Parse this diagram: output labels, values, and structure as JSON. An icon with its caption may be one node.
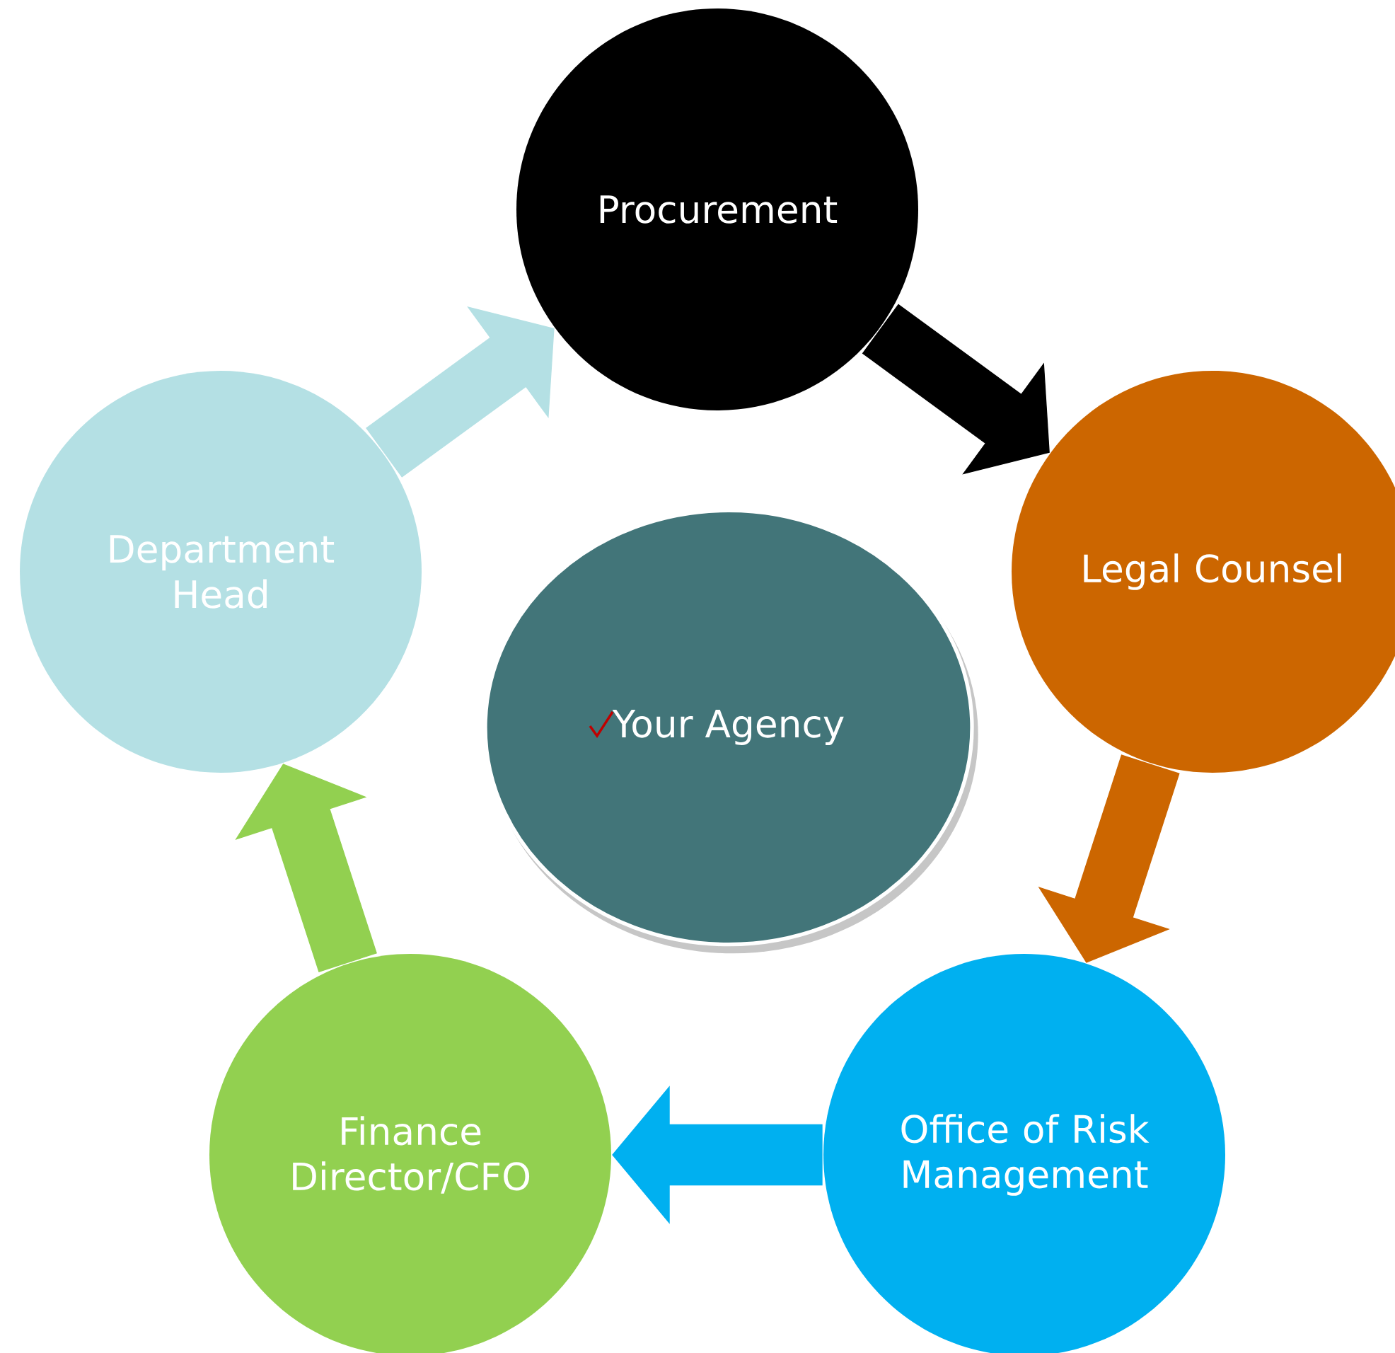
{
  "diagram": {
    "nodes": [
      {
        "text": [
          "Procurement"
        ]
      },
      {
        "text": [
          "Legal Counsel"
        ]
      },
      {
        "text": [
          "Office of Risk Management"
        ]
      },
      {
        "text": [
          "Finance Director/CFO"
        ]
      },
      {
        "text": [
          "Department Head"
        ]
      },
      {
        "text": [
          "Your Agency"
        ]
      }
    ],
    "edges": [
      {
        "from": 0,
        "to": 1,
        "arrow": "to",
        "color": "#000000"
      },
      {
        "from": 1,
        "to": 2,
        "arrow": "to",
        "color": "#cc6600"
      },
      {
        "from": 2,
        "to": 3,
        "arrow": "to",
        "color": "#00b0f0"
      },
      {
        "from": 3,
        "to": 4,
        "arrow": "to",
        "color": "#92d050"
      },
      {
        "from": 4,
        "to": 0,
        "arrow": "to",
        "color": "#b4e0e4"
      }
    ]
  }
}
